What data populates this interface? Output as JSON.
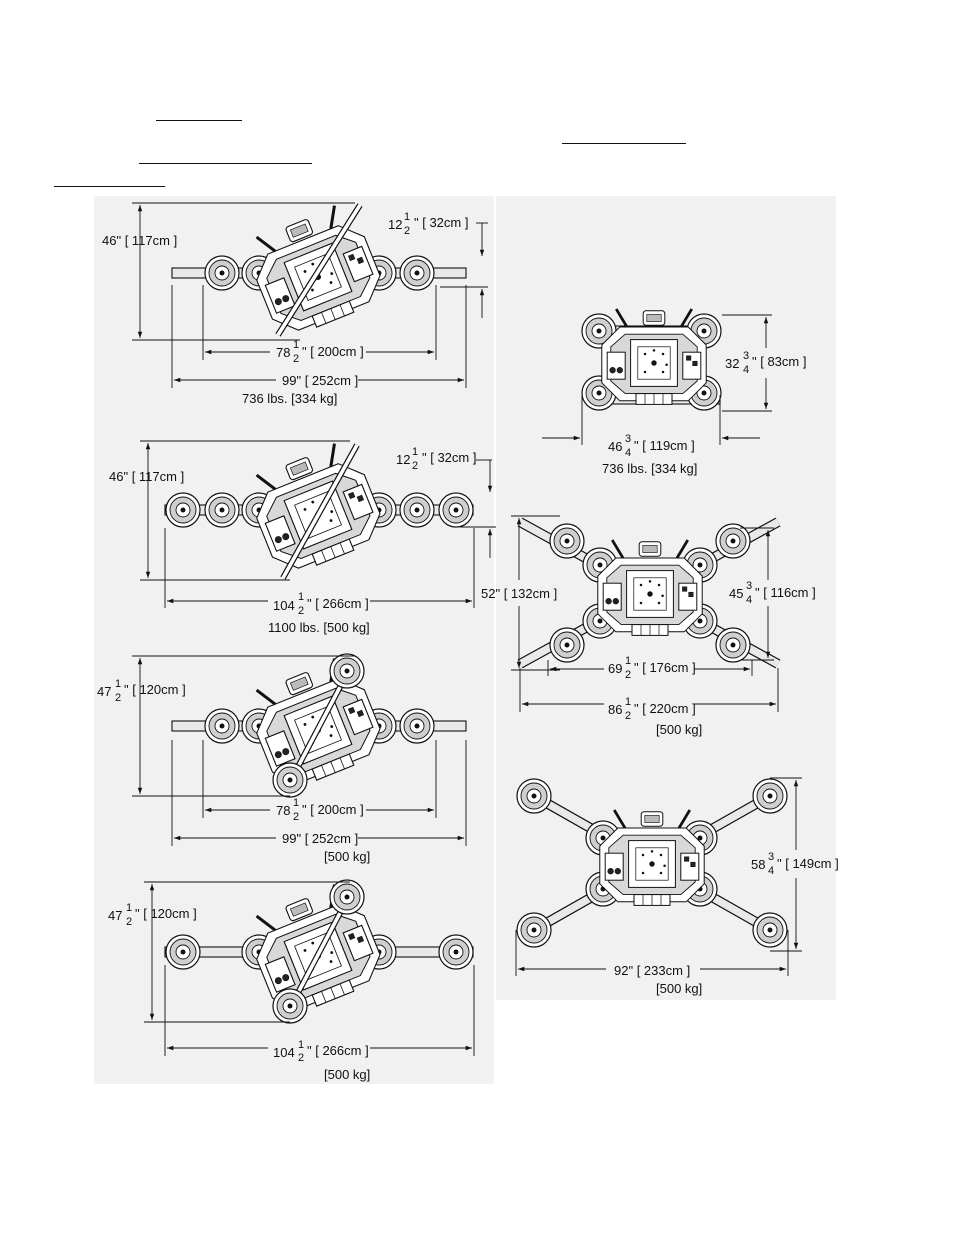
{
  "configurations": [
    {
      "id": "c1",
      "height": {
        "whole": "46\"",
        "metric": "117cm"
      },
      "offset": {
        "whole": "12",
        "frac_num": "1",
        "frac_den": "2",
        "metric": "32cm"
      },
      "inner_width": {
        "whole": "78",
        "frac_num": "1",
        "frac_den": "2",
        "metric": "200cm"
      },
      "outer_width": {
        "whole": "99\"",
        "metric": "252cm"
      },
      "weight": "736 lbs. [334 kg]"
    },
    {
      "id": "c2",
      "height": {
        "whole": "46\"",
        "metric": "117cm"
      },
      "offset": {
        "whole": "12",
        "frac_num": "1",
        "frac_den": "2",
        "metric": "32cm"
      },
      "outer_width": {
        "whole": "104",
        "frac_num": "1",
        "frac_den": "2",
        "metric": "266cm"
      },
      "weight": "1100 lbs. [500 kg]"
    },
    {
      "id": "c3",
      "height": {
        "whole": "47",
        "frac_num": "1",
        "frac_den": "2",
        "metric": "120cm"
      },
      "inner_width": {
        "whole": "78",
        "frac_num": "1",
        "frac_den": "2",
        "metric": "200cm"
      },
      "outer_width": {
        "whole": "99\"",
        "metric": "252cm"
      },
      "weight": "[500 kg]"
    },
    {
      "id": "c4",
      "height": {
        "whole": "47",
        "frac_num": "1",
        "frac_den": "2",
        "metric": "120cm"
      },
      "outer_width": {
        "whole": "104",
        "frac_num": "1",
        "frac_den": "2",
        "metric": "266cm"
      },
      "weight": "[500 kg]"
    },
    {
      "id": "c5",
      "height": {
        "whole": "32",
        "frac_num": "3",
        "frac_den": "4",
        "metric": "83cm"
      },
      "width": {
        "whole": "46",
        "frac_num": "3",
        "frac_den": "4",
        "metric": "119cm"
      },
      "weight": "736 lbs. [334 kg]"
    },
    {
      "id": "c6",
      "outer_height": {
        "whole": "52\"",
        "metric": "132cm"
      },
      "inner_height": {
        "whole": "45",
        "frac_num": "3",
        "frac_den": "4",
        "metric": "116cm"
      },
      "inner_width": {
        "whole": "69",
        "frac_num": "1",
        "frac_den": "2",
        "metric": "176cm"
      },
      "outer_width": {
        "whole": "86",
        "frac_num": "1",
        "frac_den": "2",
        "metric": "220cm"
      },
      "weight": "[500 kg]"
    },
    {
      "id": "c7",
      "height": {
        "whole": "58",
        "frac_num": "3",
        "frac_den": "4",
        "metric": "149cm"
      },
      "width": {
        "whole": "92\"",
        "metric": "233cm"
      },
      "weight": "[500 kg]"
    }
  ]
}
